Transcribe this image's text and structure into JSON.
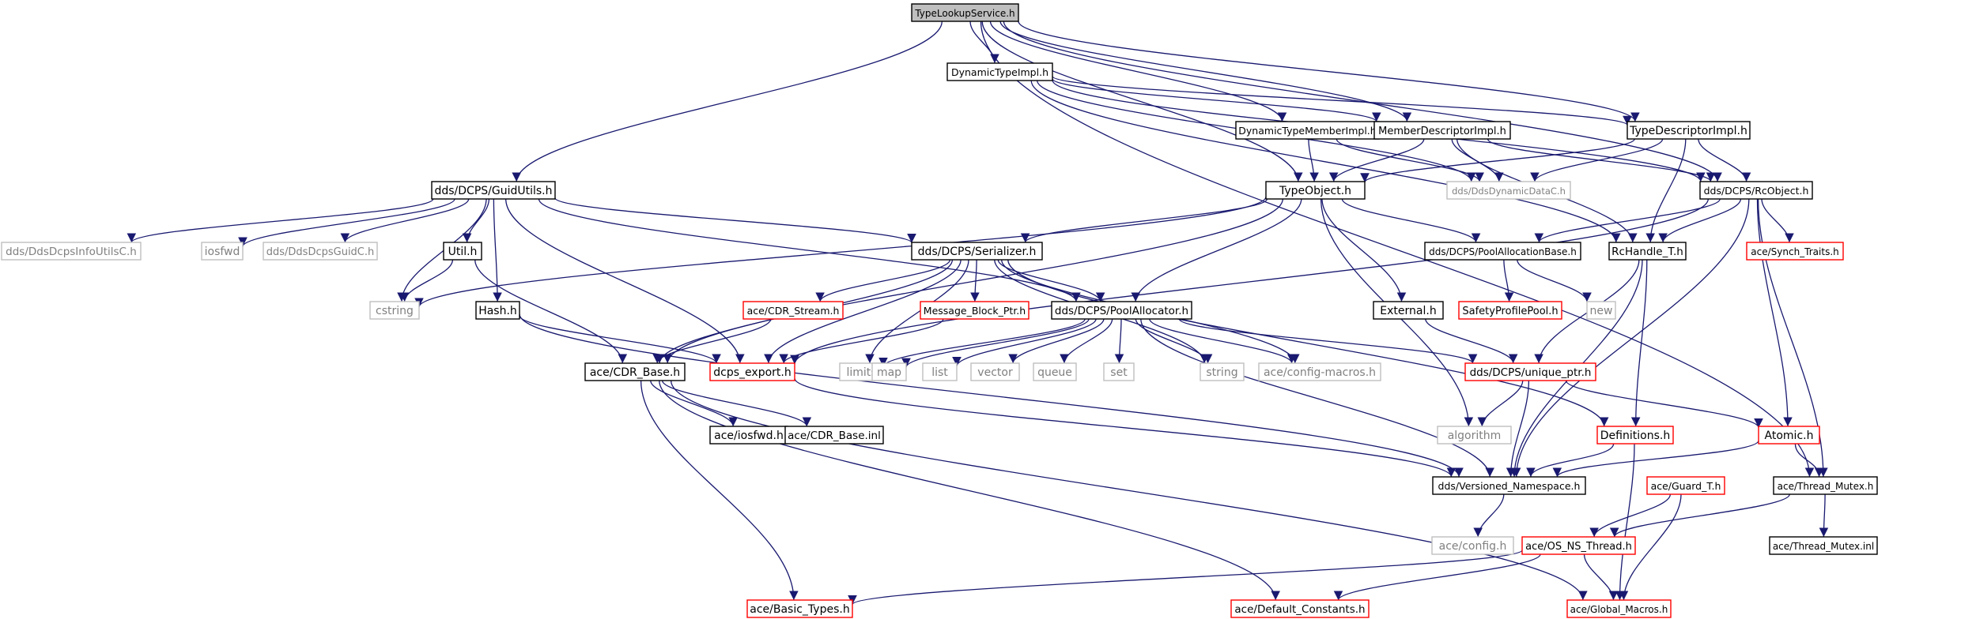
{
  "title": "TypeLookupService.h",
  "colors": {
    "edge": "#191970",
    "defined_border": "#000000",
    "truncated_border": "#ff0000",
    "external_border": "#bfbfbf",
    "external_text": "#808080",
    "root_fill": "#bfbfbf"
  },
  "nodes": [
    {
      "id": "root",
      "label": "TypeLookupService.h",
      "kind": "root"
    },
    {
      "id": "dynTypeImpl",
      "label": "DynamicTypeImpl.h",
      "kind": "defined"
    },
    {
      "id": "dynTypeMember",
      "label": "DynamicTypeMemberImpl.h",
      "kind": "defined"
    },
    {
      "id": "memberDesc",
      "label": "MemberDescriptorImpl.h",
      "kind": "defined"
    },
    {
      "id": "typeDesc",
      "label": "TypeDescriptorImpl.h",
      "kind": "defined"
    },
    {
      "id": "guidUtils",
      "label": "dds/DCPS/GuidUtils.h",
      "kind": "defined"
    },
    {
      "id": "typeObject",
      "label": "TypeObject.h",
      "kind": "defined"
    },
    {
      "id": "ddsDynData",
      "label": "dds/DdsDynamicDataC.h",
      "kind": "external"
    },
    {
      "id": "rcObject",
      "label": "dds/DCPS/RcObject.h",
      "kind": "defined"
    },
    {
      "id": "infoUtils",
      "label": "dds/DdsDcpsInfoUtilsC.h",
      "kind": "external"
    },
    {
      "id": "iosfwd",
      "label": "iosfwd",
      "kind": "external"
    },
    {
      "id": "guidC",
      "label": "dds/DdsDcpsGuidC.h",
      "kind": "external"
    },
    {
      "id": "utilH",
      "label": "Util.h",
      "kind": "defined"
    },
    {
      "id": "serializer",
      "label": "dds/DCPS/Serializer.h",
      "kind": "defined"
    },
    {
      "id": "poolAllocBase",
      "label": "dds/DCPS/PoolAllocationBase.h",
      "kind": "defined"
    },
    {
      "id": "rcHandle",
      "label": "RcHandle_T.h",
      "kind": "defined"
    },
    {
      "id": "synchTraits",
      "label": "ace/Synch_Traits.h",
      "kind": "truncated"
    },
    {
      "id": "cstring",
      "label": "cstring",
      "kind": "external"
    },
    {
      "id": "hashH",
      "label": "Hash.h",
      "kind": "defined"
    },
    {
      "id": "cdrStream",
      "label": "ace/CDR_Stream.h",
      "kind": "truncated"
    },
    {
      "id": "msgBlock",
      "label": "Message_Block_Ptr.h",
      "kind": "truncated"
    },
    {
      "id": "poolAlloc",
      "label": "dds/DCPS/PoolAllocator.h",
      "kind": "defined"
    },
    {
      "id": "externalH",
      "label": "External.h",
      "kind": "defined"
    },
    {
      "id": "safetyPool",
      "label": "SafetyProfilePool.h",
      "kind": "truncated"
    },
    {
      "id": "newH",
      "label": "new",
      "kind": "external"
    },
    {
      "id": "cdrBase",
      "label": "ace/CDR_Base.h",
      "kind": "defined"
    },
    {
      "id": "dcpsExport",
      "label": "dcps_export.h",
      "kind": "truncated"
    },
    {
      "id": "limits",
      "label": "limits",
      "kind": "external"
    },
    {
      "id": "map",
      "label": "map",
      "kind": "external"
    },
    {
      "id": "list",
      "label": "list",
      "kind": "external"
    },
    {
      "id": "vector",
      "label": "vector",
      "kind": "external"
    },
    {
      "id": "queue",
      "label": "queue",
      "kind": "external"
    },
    {
      "id": "set",
      "label": "set",
      "kind": "external"
    },
    {
      "id": "string",
      "label": "string",
      "kind": "external"
    },
    {
      "id": "configMacros",
      "label": "ace/config-macros.h",
      "kind": "external"
    },
    {
      "id": "uniquePtr",
      "label": "dds/DCPS/unique_ptr.h",
      "kind": "truncated"
    },
    {
      "id": "aceIosfwd",
      "label": "ace/iosfwd.h",
      "kind": "defined"
    },
    {
      "id": "cdrBaseInl",
      "label": "ace/CDR_Base.inl",
      "kind": "defined"
    },
    {
      "id": "algorithm",
      "label": "algorithm",
      "kind": "external"
    },
    {
      "id": "definitions",
      "label": "Definitions.h",
      "kind": "truncated"
    },
    {
      "id": "atomic",
      "label": "Atomic.h",
      "kind": "truncated"
    },
    {
      "id": "versioned",
      "label": "dds/Versioned_Namespace.h",
      "kind": "defined"
    },
    {
      "id": "guardT",
      "label": "ace/Guard_T.h",
      "kind": "truncated"
    },
    {
      "id": "threadMutex",
      "label": "ace/Thread_Mutex.h",
      "kind": "defined"
    },
    {
      "id": "aceConfig",
      "label": "ace/config.h",
      "kind": "external"
    },
    {
      "id": "osNsThread",
      "label": "ace/OS_NS_Thread.h",
      "kind": "truncated"
    },
    {
      "id": "threadMutexInl",
      "label": "ace/Thread_Mutex.inl",
      "kind": "defined"
    },
    {
      "id": "basicTypes",
      "label": "ace/Basic_Types.h",
      "kind": "truncated"
    },
    {
      "id": "defConstants",
      "label": "ace/Default_Constants.h",
      "kind": "truncated"
    },
    {
      "id": "globalMacros",
      "label": "ace/Global_Macros.h",
      "kind": "truncated"
    }
  ],
  "edges": [
    [
      "root",
      "dynTypeImpl"
    ],
    [
      "root",
      "dynTypeMember"
    ],
    [
      "root",
      "memberDesc"
    ],
    [
      "root",
      "typeDesc"
    ],
    [
      "root",
      "guidUtils"
    ],
    [
      "root",
      "typeObject"
    ],
    [
      "root",
      "rcObject"
    ],
    [
      "root",
      "threadMutex"
    ],
    [
      "dynTypeImpl",
      "memberDesc"
    ],
    [
      "dynTypeImpl",
      "typeDesc"
    ],
    [
      "dynTypeImpl",
      "ddsDynData"
    ],
    [
      "dynTypeImpl",
      "rcHandle"
    ],
    [
      "dynTypeImpl",
      "rcObject"
    ],
    [
      "dynTypeMember",
      "typeObject"
    ],
    [
      "dynTypeMember",
      "ddsDynData"
    ],
    [
      "memberDesc",
      "typeObject"
    ],
    [
      "memberDesc",
      "ddsDynData"
    ],
    [
      "memberDesc",
      "rcObject"
    ],
    [
      "memberDesc",
      "rcHandle"
    ],
    [
      "typeDesc",
      "typeObject"
    ],
    [
      "typeDesc",
      "ddsDynData"
    ],
    [
      "typeDesc",
      "rcObject"
    ],
    [
      "typeDesc",
      "rcHandle"
    ],
    [
      "guidUtils",
      "infoUtils"
    ],
    [
      "guidUtils",
      "iosfwd"
    ],
    [
      "guidUtils",
      "guidC"
    ],
    [
      "guidUtils",
      "utilH"
    ],
    [
      "guidUtils",
      "hashH"
    ],
    [
      "guidUtils",
      "serializer"
    ],
    [
      "guidUtils",
      "dcpsExport"
    ],
    [
      "guidUtils",
      "cstring"
    ],
    [
      "guidUtils",
      "poolAlloc"
    ],
    [
      "typeObject",
      "serializer"
    ],
    [
      "typeObject",
      "poolAllocBase"
    ],
    [
      "typeObject",
      "externalH"
    ],
    [
      "typeObject",
      "poolAlloc"
    ],
    [
      "typeObject",
      "cdrBase"
    ],
    [
      "typeObject",
      "algorithm"
    ],
    [
      "typeObject",
      "cstring"
    ],
    [
      "rcObject",
      "poolAllocBase"
    ],
    [
      "rcObject",
      "rcHandle"
    ],
    [
      "rcObject",
      "synchTraits"
    ],
    [
      "rcObject",
      "atomic"
    ],
    [
      "rcObject",
      "dcpsExport"
    ],
    [
      "rcObject",
      "versioned"
    ],
    [
      "rcObject",
      "threadMutex"
    ],
    [
      "utilH",
      "cstring"
    ],
    [
      "utilH",
      "cdrBase"
    ],
    [
      "serializer",
      "cdrStream"
    ],
    [
      "serializer",
      "msgBlock"
    ],
    [
      "serializer",
      "poolAlloc"
    ],
    [
      "serializer",
      "cdrBase"
    ],
    [
      "serializer",
      "dcpsExport"
    ],
    [
      "serializer",
      "limits"
    ],
    [
      "serializer",
      "string"
    ],
    [
      "serializer",
      "configMacros"
    ],
    [
      "serializer",
      "definitions"
    ],
    [
      "poolAllocBase",
      "safetyPool"
    ],
    [
      "poolAllocBase",
      "newH"
    ],
    [
      "rcHandle",
      "uniquePtr"
    ],
    [
      "rcHandle",
      "definitions"
    ],
    [
      "rcHandle",
      "versioned"
    ],
    [
      "hashH",
      "dcpsExport"
    ],
    [
      "hashH",
      "versioned"
    ],
    [
      "cdrStream",
      "cdrBase"
    ],
    [
      "msgBlock",
      "dcpsExport"
    ],
    [
      "poolAlloc",
      "limits"
    ],
    [
      "poolAlloc",
      "map"
    ],
    [
      "poolAlloc",
      "list"
    ],
    [
      "poolAlloc",
      "vector"
    ],
    [
      "poolAlloc",
      "queue"
    ],
    [
      "poolAlloc",
      "set"
    ],
    [
      "poolAlloc",
      "string"
    ],
    [
      "poolAlloc",
      "configMacros"
    ],
    [
      "poolAlloc",
      "uniquePtr"
    ],
    [
      "poolAlloc",
      "versioned"
    ],
    [
      "externalH",
      "uniquePtr"
    ],
    [
      "cdrBase",
      "aceIosfwd"
    ],
    [
      "cdrBase",
      "cdrBaseInl"
    ],
    [
      "cdrBase",
      "basicTypes"
    ],
    [
      "cdrBase",
      "defConstants"
    ],
    [
      "cdrBase",
      "globalMacros"
    ],
    [
      "dcpsExport",
      "versioned"
    ],
    [
      "uniquePtr",
      "algorithm"
    ],
    [
      "uniquePtr",
      "versioned"
    ],
    [
      "uniquePtr",
      "atomic"
    ],
    [
      "definitions",
      "versioned"
    ],
    [
      "definitions",
      "globalMacros"
    ],
    [
      "atomic",
      "versioned"
    ],
    [
      "atomic",
      "threadMutex"
    ],
    [
      "versioned",
      "aceConfig"
    ],
    [
      "guardT",
      "osNsThread"
    ],
    [
      "guardT",
      "globalMacros"
    ],
    [
      "threadMutex",
      "osNsThread"
    ],
    [
      "threadMutex",
      "threadMutexInl"
    ],
    [
      "osNsThread",
      "basicTypes"
    ],
    [
      "osNsThread",
      "defConstants"
    ],
    [
      "osNsThread",
      "globalMacros"
    ]
  ]
}
